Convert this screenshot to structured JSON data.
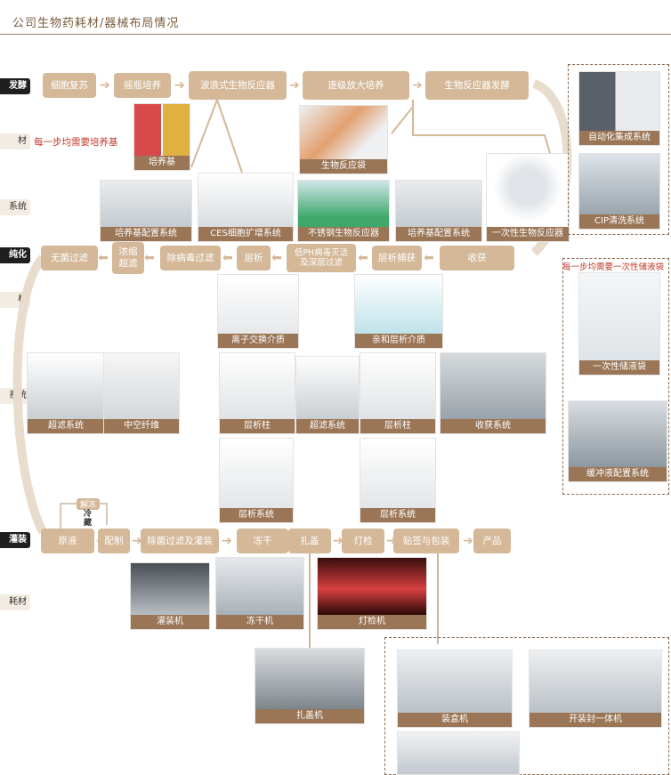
{
  "header": {
    "title": "公司生物药耗材/器械布局情况"
  },
  "side_labels": {
    "ferment": "发酵",
    "ferment_material": "材",
    "ferment_system": "系统",
    "purify": "纯化",
    "purify_material": "材",
    "purify_system": "系统",
    "fill": "灌装",
    "fill_material": "耗材"
  },
  "notes": {
    "medium_each_step": "每一步均需要培养基",
    "bag_each_step": "每一步均需要一次性储液袋"
  },
  "row1": [
    "细胞复苏",
    "摇瓶培养",
    "波浪式生物反应器",
    "逐级放大培养",
    "生物反应器发酵"
  ],
  "row2": [
    "无菌过滤",
    "浓缩\n超滤",
    "除病毒过滤",
    "层析",
    "低PH病毒灭活\n及深层过滤",
    "层析捕获",
    "收获"
  ],
  "row3": [
    "原液",
    "配制",
    "除菌过滤及灌装",
    "冻干",
    "扎盖",
    "灯检",
    "贴签与包装",
    "产品"
  ],
  "row3_extra": {
    "thaw": "解冻",
    "cold": "冷藏"
  },
  "cards": {
    "medium": "培养基",
    "bioreactor_bag": "生物反应袋",
    "auto_integration": "自动化集成系统",
    "cip": "CIP清洗系统",
    "medium_prep_1": "培养基配置系统",
    "ces": "CES细胞扩增系统",
    "stainless": "不锈钢生物反应器",
    "medium_prep_2": "培养基配置系统",
    "single_use_reactor": "一次性生物反应器",
    "ion_exchange": "离子交换介质",
    "affinity": "亲和层析介质",
    "single_use_bag": "一次性储液袋",
    "uf_1": "超滤系统",
    "hollow_fiber": "中空纤维",
    "column_1": "层析柱",
    "uf_2": "超滤系统",
    "column_2": "层析柱",
    "harvest": "收获系统",
    "buffer_prep": "缓冲液配置系统",
    "chrom_sys_1": "层析系统",
    "chrom_sys_2": "层析系统",
    "filling": "灌装机",
    "freeze_dryer": "冻干机",
    "inspection": "灯检机",
    "capping": "扎盖机",
    "cartoning": "装盒机",
    "open_seal": "开装封一体机"
  }
}
